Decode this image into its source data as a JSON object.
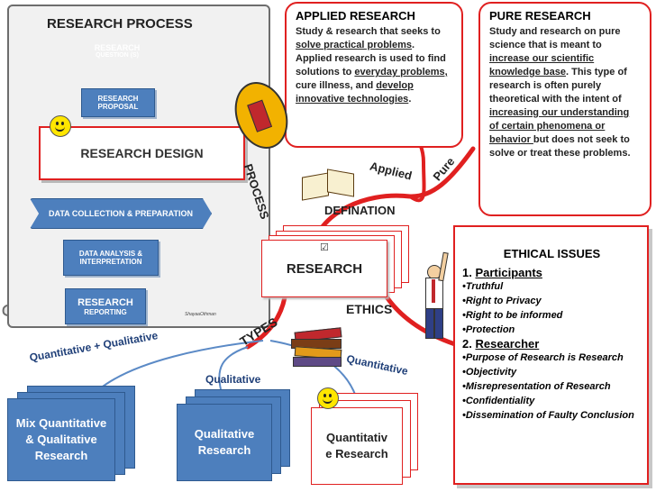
{
  "process": {
    "title": "RESEARCH PROCESS",
    "question_line1": "RESEARCH",
    "question_line2": "QUESTION (S)",
    "proposal_line1": "RESEARCH",
    "proposal_line2": "PROPOSAL",
    "design": "RESEARCH DESIGN",
    "collection": "DATA COLLECTION  & PREPARATION",
    "analysis_line1": "DATA ANALYSIS &",
    "analysis_line2": "INTERPRETATION",
    "reporting_line1": "RESEARCH",
    "reporting_line2": "REPORTING",
    "credit": "ShayaaOthman"
  },
  "applied": {
    "title": "APPLIED RESEARCH",
    "t1": "Study & research that seeks to ",
    "u1": "solve practical problems",
    "t2": ". Applied research is used to find solutions to ",
    "u2": "everyday problems,",
    "t3": " cure illness, and ",
    "u3": "develop innovative technologies",
    "t4": "."
  },
  "pure": {
    "title": "PURE RESEARCH",
    "t1": "Study and research on ",
    "b1": "pure science",
    "t2": " that is meant to ",
    "u1": "increase our scientific knowledge base",
    "t3": ". This type of research is often purely theoretical with the intent of ",
    "u2": "increasing our understanding of certain phenomena or behavior ",
    "t4": "but does not seek to solve or treat these problems."
  },
  "center": {
    "label": "RESEARCH",
    "checkbox": "☑"
  },
  "labels": {
    "process": "PROCESS",
    "definition": "DEFINATION",
    "applied": "Applied",
    "pure": "Pure",
    "ethics": "ETHICS",
    "types": "TYPES",
    "quant_qual": "Quantitative + Qualitative",
    "qualitative": "Qualitative",
    "quantitative": "Quantitative"
  },
  "ethical": {
    "title": "ETHICAL ISSUES",
    "h1_num": "1. ",
    "h1": "Participants",
    "p_items": [
      "Truthful",
      "Right to Privacy",
      "Right to be informed",
      "Protection"
    ],
    "h2_num": "2. ",
    "h2": "Researcher",
    "r_items": [
      "Purpose of Research is Research",
      "Objectivity",
      "Misrepresentation of Research",
      "Confidentiality",
      "Dissemination of Faulty Conclusion"
    ],
    "bullet": "•"
  },
  "types": {
    "mix_line1": "Mix Quantitative",
    "mix_line2": "& Qualitative",
    "mix_line3": "Research",
    "qual_line1": "Qualitative",
    "qual_line2": "Research",
    "quant_line1": "Quantitativ",
    "quant_line2": "e Research"
  },
  "colors": {
    "accent_red": "#e02020",
    "box_blue": "#4d7fbd",
    "connector_blue": "#5b8ac6"
  }
}
